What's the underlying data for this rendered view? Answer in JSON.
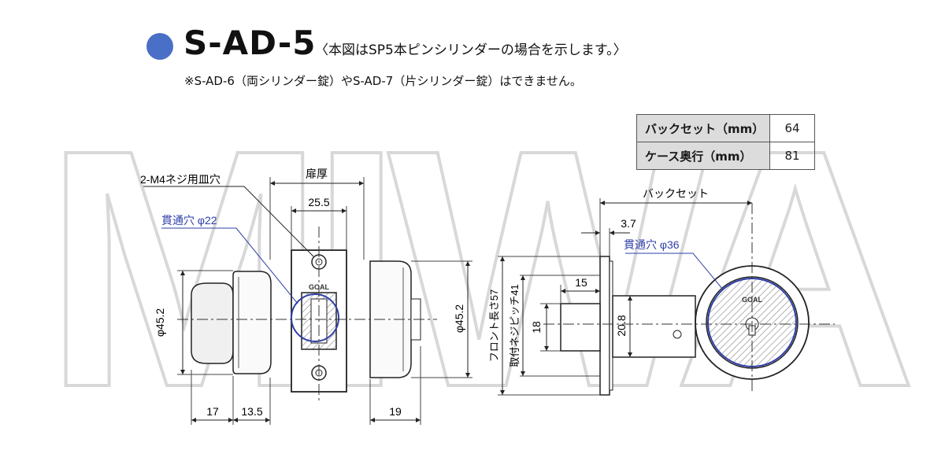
{
  "header": {
    "model": "S-AD-5",
    "model_note": "〈本図はSP5本ピンシリンダーの場合を示します。〉",
    "sub_note": "※S-AD-6（両シリンダー錠）やS-AD-7（片シリンダー錠）はできません。",
    "accent_color": "#4a6fc7"
  },
  "spec_table": {
    "rows": [
      {
        "label": "バックセット（mm）",
        "value": "64"
      },
      {
        "label": "ケース奥行（mm）",
        "value": "81"
      }
    ]
  },
  "watermark": "MIWA",
  "labels": {
    "screw_hole": "2-M4ネジ用皿穴",
    "through_hole_22": "貫通穴 φ22",
    "door_thickness": "扉厚",
    "dim_25_5": "25.5",
    "dia_left": "φ45.2",
    "dia_right": "φ45.2",
    "dim_17": "17",
    "dim_13_5": "13.5",
    "dim_19": "19",
    "backset": "バックセット",
    "dim_3_7": "3.7",
    "through_hole_36": "貫通穴 φ36",
    "dim_15": "15",
    "dim_18": "18",
    "dim_20_8": "20.8",
    "front_length": "フロント長さ57",
    "mount_pitch": "取付ネジピッチ41",
    "brand": "GOAL"
  }
}
